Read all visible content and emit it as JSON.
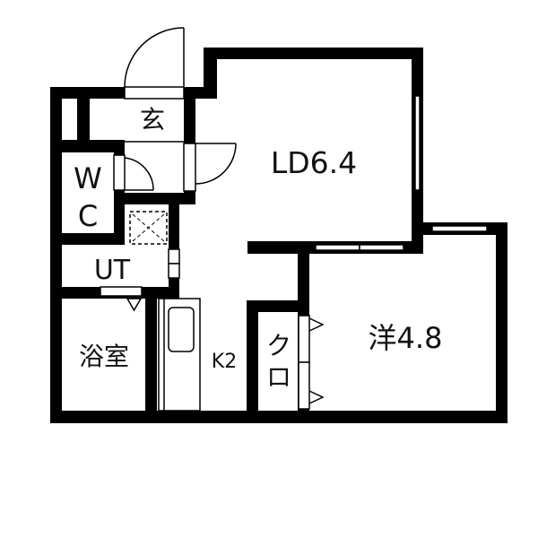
{
  "floor_plan": {
    "rooms": {
      "entrance": "玄",
      "living_dining": "LD6.4",
      "wc_line1": "W",
      "wc_line2": "C",
      "utility": "UT",
      "bathroom": "浴室",
      "kitchen": "K2",
      "closet_line1": "ク",
      "closet_line2": "ロ",
      "western_room": "洋4.8"
    },
    "colors": {
      "wall": "#000000",
      "background": "#ffffff"
    }
  }
}
